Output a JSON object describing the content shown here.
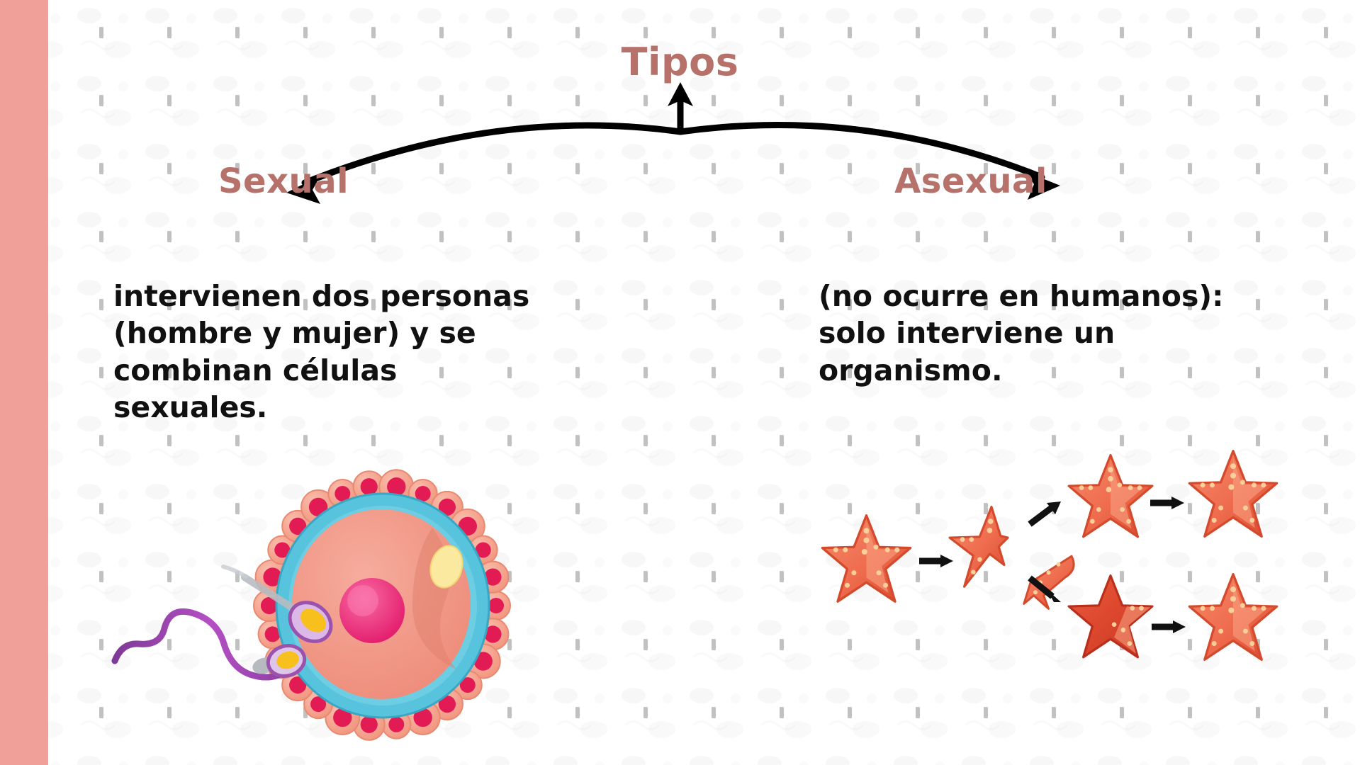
{
  "slide": {
    "background_color": "#ffffff",
    "accent_stripe_color": "#f0a098",
    "heading_color": "#b5716a",
    "body_text_color": "#111111",
    "arrow_color": "#000000"
  },
  "title": {
    "text": "Tipos"
  },
  "branches": {
    "left": {
      "label": "Sexual",
      "description_lines": [
        "intervienen dos personas",
        "(hombre y mujer) y se",
        "combinan células",
        "sexuales."
      ],
      "description_full": "intervienen dos personas (hombre y mujer) y se combinan células sexuales.",
      "illustration_name": "fertilization-sperm-and-egg-illustration"
    },
    "right": {
      "label": "Asexual",
      "description_lines": [
        "(no ocurre en humanos):",
        "solo interviene un",
        "organismo."
      ],
      "description_full": "(no ocurre en humanos): solo interviene un organismo.",
      "illustration_name": "starfish-regeneration-illustration"
    }
  },
  "icons": {
    "up_arrow": "arrow-up-icon",
    "left_arrow": "arrow-left-icon",
    "right_arrow": "arrow-right-icon",
    "watermark": "watermark-pattern"
  },
  "illustration_colors": {
    "ovum_zona": "#58c3dd",
    "ovum_cytoplasm": "#f09383",
    "ovum_nucleus": "#ef3d80",
    "corona_cell": "#f5a593",
    "corona_core": "#e21b54",
    "sperm_tail": "#a13fb0",
    "sperm_head": "#f6c11f",
    "starfish_body": "#ef6b4e",
    "starfish_highlight": "#f59b7d",
    "starfish_spots": "#fbcf9a"
  }
}
